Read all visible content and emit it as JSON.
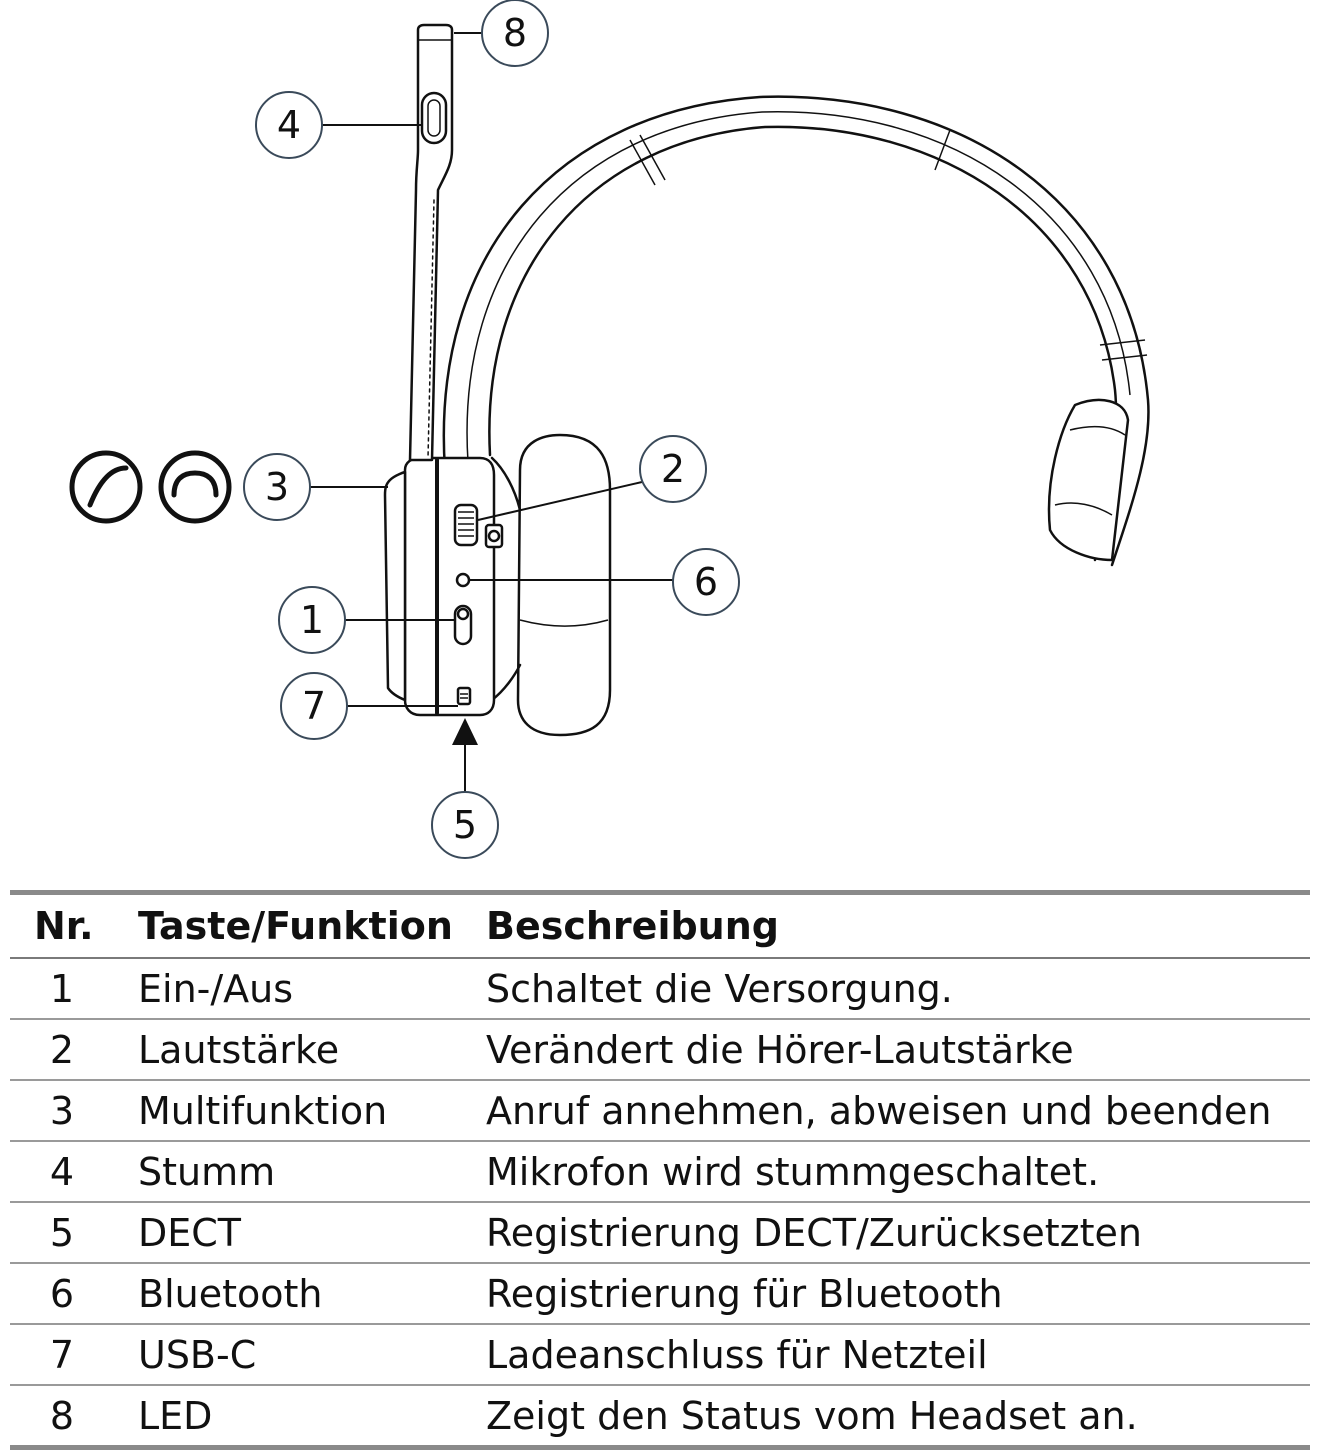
{
  "callouts": {
    "c1": "1",
    "c2": "2",
    "c3": "3",
    "c4": "4",
    "c5": "5",
    "c6": "6",
    "c7": "7",
    "c8": "8"
  },
  "icons": [
    "call-accept-icon",
    "call-end-icon"
  ],
  "table": {
    "headers": {
      "nr": "Nr.",
      "function": "Taste/Funktion",
      "description": "Beschreibung"
    },
    "rows": [
      {
        "nr": "1",
        "function": "Ein-/Aus",
        "description": "Schaltet die Versorgung."
      },
      {
        "nr": "2",
        "function": "Lautstärke",
        "description": "Verändert die Hörer-Lautstärke"
      },
      {
        "nr": "3",
        "function": "Multifunktion",
        "description": "Anruf annehmen, abweisen und beenden"
      },
      {
        "nr": "4",
        "function": "Stumm",
        "description": "Mikrofon wird stummgeschaltet."
      },
      {
        "nr": "5",
        "function": "DECT",
        "description": "Registrierung DECT/Zurücksetzten"
      },
      {
        "nr": "6",
        "function": "Bluetooth",
        "description": "Registrierung für Bluetooth"
      },
      {
        "nr": "7",
        "function": "USB-C",
        "description": "Ladeanschluss für Netzteil"
      },
      {
        "nr": "8",
        "function": "LED",
        "description": "Zeigt den Status vom Headset an."
      }
    ]
  }
}
